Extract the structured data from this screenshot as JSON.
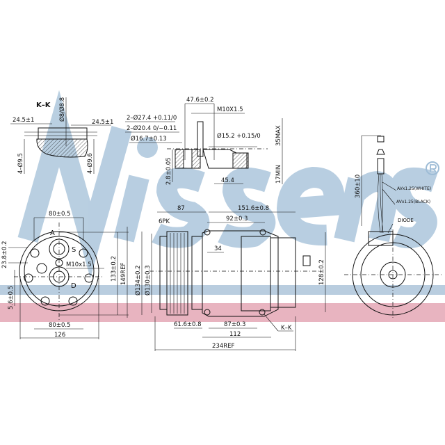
{
  "watermark": {
    "brand": "Nissens",
    "registered_mark": "®",
    "color": "#9ebcd6"
  },
  "bands": {
    "blue": "#b9cddf",
    "pink": "#e8b4c0"
  },
  "section_kk": {
    "title": "K–K",
    "dim_left": "24.5±1",
    "dim_right": "24.5±1",
    "dim_vertical": "Ø8/Ø8.8",
    "hole_left": "4–Ø9.5",
    "hole_right": "4–Ø9.6"
  },
  "fitting_section": {
    "dim_width": "47.6±0.2",
    "thread": "M10X1.5",
    "bore_1": "2–Ø27.4 +0.11/0",
    "bore_2": "2–Ø20.4 0/−0.11",
    "bore_3": "Ø16.7±0.13",
    "bore_4": "Ø15.2 +0.15/0",
    "depth": "2.8±0.05",
    "length": "45.4",
    "max": "35MAX",
    "min": "17MIN"
  },
  "rear_view": {
    "width_top": "80±0.5",
    "port_a": "A",
    "port_s": "S",
    "port_d": "D",
    "thread": "M10x1.5",
    "offset_1": "23.8±0.2",
    "offset_2": "5.6±0.5",
    "height_1": "133±0.2",
    "height_2": "149REF",
    "width_bottom": "80±0.5",
    "width_total": "126"
  },
  "side_view": {
    "dim_pulley": "87",
    "belt": "6PK",
    "dim_body": "151.6±0.8",
    "mount_spacing": "92±0.3",
    "dim_34": "34",
    "dia_1": "Ø134±0.2",
    "dia_2": "Ø130±0.3",
    "height": "128±0.2",
    "dim_bottom_1": "61.6±0.8",
    "dim_bottom_2": "87±0.3",
    "dim_bottom_3": "112",
    "section_ref": "K–K",
    "total_length": "234REF"
  },
  "front_view": {
    "cable_length": "360±10",
    "wire_1": "AVx1.25(WHITE)",
    "wire_2": "AVx1.25(BLACK)",
    "diode": "DIODE"
  }
}
